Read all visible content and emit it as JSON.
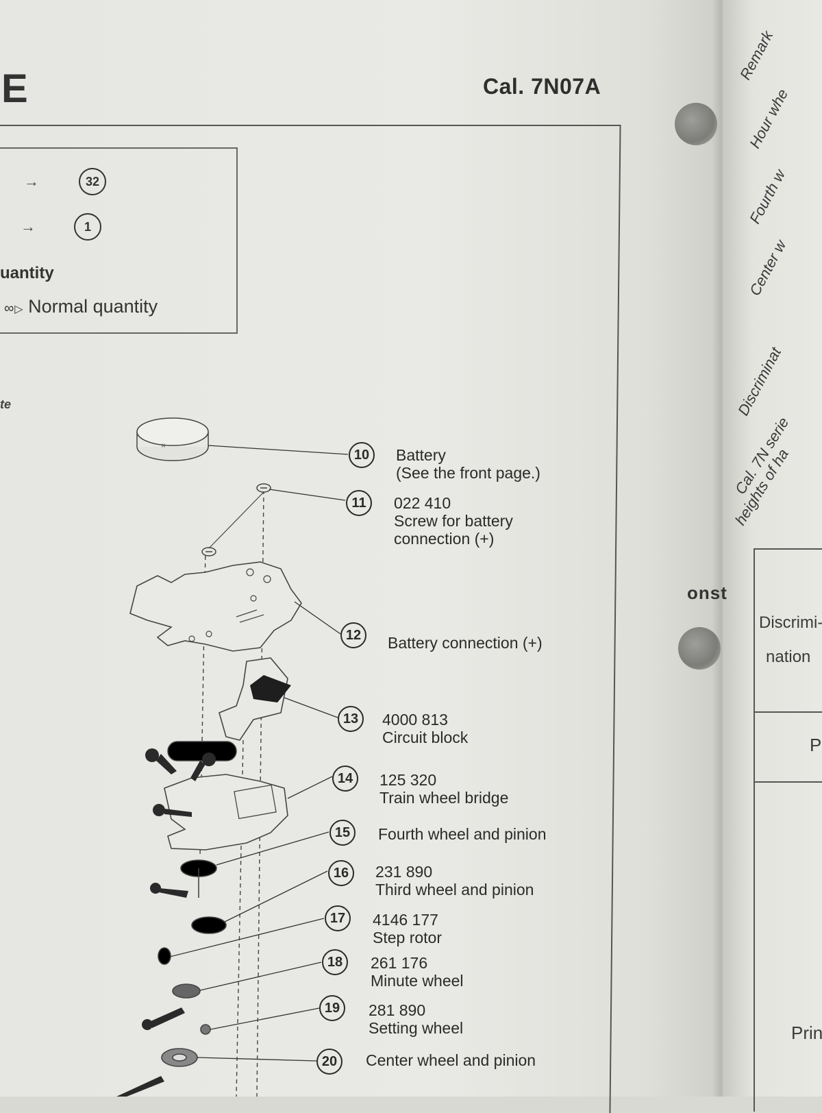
{
  "header": {
    "letter": "E",
    "calibre": "Cal. 7N07A"
  },
  "legend": {
    "row1_number": "32",
    "row2_number": "1",
    "quantity_label": "uantity",
    "normal_quantity_symbol": "∞",
    "normal_quantity_label": "Normal quantity"
  },
  "side_note": "te",
  "parts": [
    {
      "number": "10",
      "code": "",
      "lines": [
        "Battery",
        "(See the front page.)"
      ]
    },
    {
      "number": "11",
      "code": "022 410",
      "lines": [
        "Screw for battery",
        "connection (+)"
      ]
    },
    {
      "number": "12",
      "code": "",
      "lines": [
        "Battery connection (+)"
      ]
    },
    {
      "number": "13",
      "code": "4000 813",
      "lines": [
        "Circuit block"
      ]
    },
    {
      "number": "14",
      "code": "125 320",
      "lines": [
        "Train wheel bridge"
      ]
    },
    {
      "number": "15",
      "code": "",
      "lines": [
        "Fourth wheel and pinion"
      ]
    },
    {
      "number": "16",
      "code": "231 890",
      "lines": [
        "Third wheel and pinion"
      ]
    },
    {
      "number": "17",
      "code": "4146 177",
      "lines": [
        "Step rotor"
      ]
    },
    {
      "number": "18",
      "code": "261 176",
      "lines": [
        "Minute wheel"
      ]
    },
    {
      "number": "19",
      "code": "281 890",
      "lines": [
        "Setting wheel"
      ]
    },
    {
      "number": "20",
      "code": "",
      "lines": [
        "Center wheel and pinion"
      ]
    }
  ],
  "opposite_page": {
    "remarks": "Remark",
    "hour_wheel": "Hour whe",
    "fourth_wheel": "Fourth w",
    "center_wheel": "Center w",
    "discrimination_note": "Discriminat",
    "series_line1": "Cal. 7N serie",
    "series_line2": "heights of ha",
    "table_header1": "Discrimi-",
    "table_header2": "nation",
    "table_p": "P",
    "table_prin": "Prin"
  },
  "edge_fragment": "onst"
}
